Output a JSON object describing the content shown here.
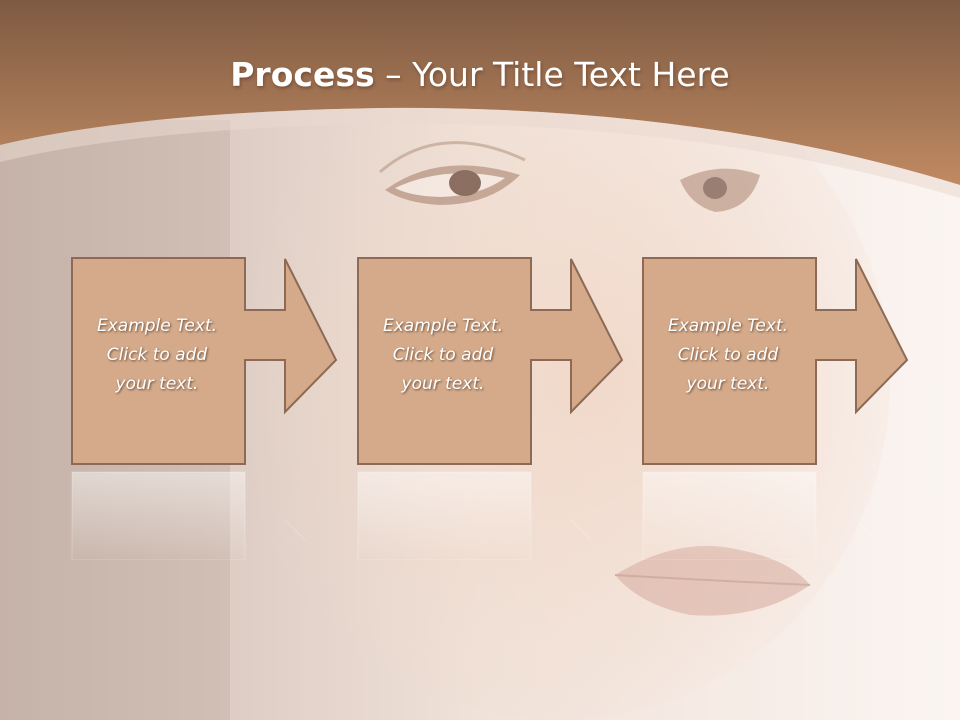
{
  "slide": {
    "title_bold": "Process",
    "title_separator": " – ",
    "title_rest": "Your Title Text Here"
  },
  "steps": [
    {
      "lines": [
        "Example Text.",
        "Click  to add",
        "your text."
      ]
    },
    {
      "lines": [
        "Example Text.",
        "Click  to add",
        "your text."
      ]
    },
    {
      "lines": [
        "Example Text.",
        "Click  to add",
        "your text."
      ]
    }
  ],
  "colors": {
    "header_top": "#7e5a42",
    "header_bottom": "#c08a62",
    "box_fill": "#d4aa8a",
    "box_stroke": "#8d6a55",
    "background": "#f3ebe6"
  }
}
